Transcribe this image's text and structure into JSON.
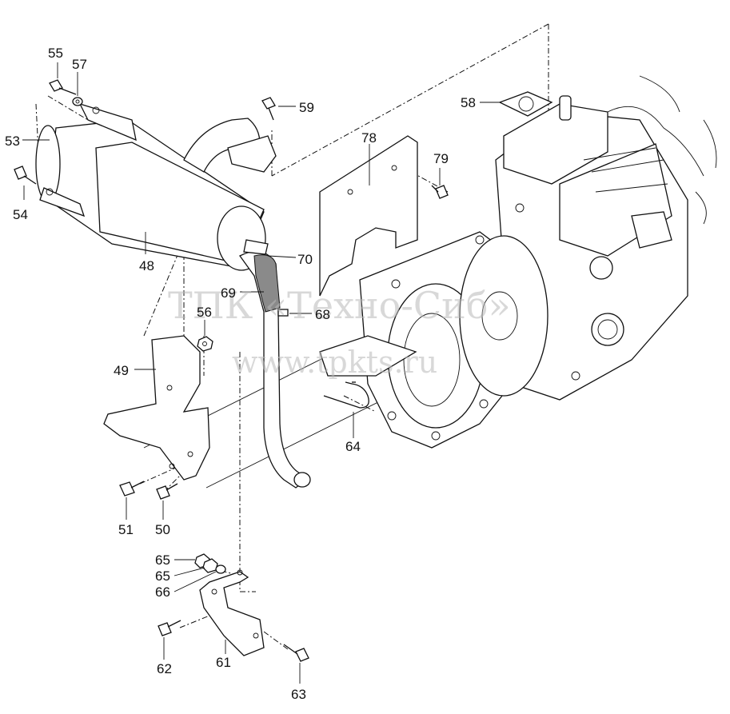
{
  "callouts": {
    "c48": "48",
    "c49": "49",
    "c50": "50",
    "c51": "51",
    "c53": "53",
    "c54": "54",
    "c55": "55",
    "c56": "56",
    "c57": "57",
    "c58": "58",
    "c59": "59",
    "c61": "61",
    "c62": "62",
    "c63": "63",
    "c64": "64",
    "c65a": "65",
    "c65b": "65",
    "c66": "66",
    "c68": "68",
    "c69": "69",
    "c70": "70",
    "c78": "78",
    "c79": "79"
  },
  "watermark": {
    "line1": "ТПК «Техно-Сиб»",
    "line2": "www.tpkts.ru"
  }
}
